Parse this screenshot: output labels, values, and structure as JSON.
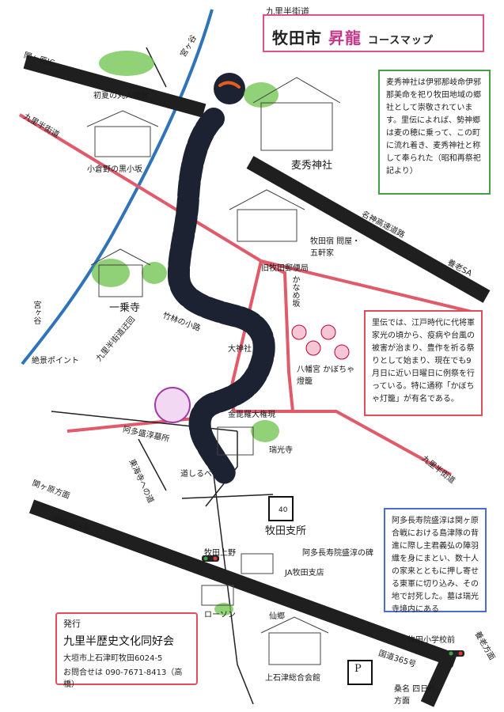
{
  "title": {
    "route": "九里半街道",
    "city": "牧田市",
    "dragon": "昇龍",
    "course": "コースマップ"
  },
  "notes": {
    "mugi_shrine": "麦秀神社は伊邪那岐命伊邪那美命を祀り牧田地域の郷社として崇敬されています。里伝によれば、勢神郷は麦の穂に乗って、この町に流れ着き、麦秀神社と称して奉られた（昭和再祭祀記より）",
    "lantern_festival": "里伝では、江戸時代に代将軍家光の頃から、疫病や台風の被害が治まり、豊作を祈る祭りとして始まり、現在でも9月日に近い日曜日に例祭を行っている。特に通称「かぼちゃ灯籠」が有名である。",
    "grave": "阿多長寿院盛淳は関ヶ原合戦における島津隊の背進に際し主君義弘の陣羽織を身にまとい、数十人の家来とともに押し寄せる東軍に切り込み、その地で討死した。墓は瑞光寺境内にある"
  },
  "publisher": {
    "heading": "発行",
    "org": "九里半歴史文化同好会",
    "address": "大垣市上石津町牧田6024-5",
    "contact": "お問合せは 090-7671-8413（高橋）"
  },
  "places": {
    "sekigahara_ic": "関ヶ原IC",
    "miyadai_top": "宮ヶ谷",
    "kurihan_kaido_nw": "九里半街道",
    "mugi_shrine_area": "初夏の丸入神社",
    "kaya_area": "小倉野の黒小坂",
    "mugi_shrine": "麦秀神社",
    "meishin": "名神高速道路",
    "yoro_sa": "養老SA",
    "makita_juku": "牧田宿 問屋・五軒家",
    "old_makita_post": "旧牧田郵便局",
    "katsurazaka": "かなめ坂",
    "ichiyoji": "一乗寺",
    "miyadai_left": "宮ヶ谷",
    "kurihan_side": "九里半街道迂回",
    "viewpoint": "絶景ポイント",
    "bamboo_path": "竹林の小路",
    "ohashi_shrine": "大神社",
    "hachiman": "八幡宮 かぼちゃ燈籠",
    "kanamori": "金毘羅大権現",
    "ata_grave": "阿多盛淳墓所",
    "zuikoji": "瑞光寺",
    "signpost": "道しるべ",
    "kurihan_east": "九里半街道",
    "sekigahara_dir": "関ヶ原方面",
    "shunrei": "東海寺への道",
    "route365_w": "国道365号",
    "makita_branch": "牧田支所",
    "parking40": "40",
    "ata_monument": "阿多長寿院盛淳の碑",
    "makita_kamino": "牧田上野",
    "ja_makita": "JA牧田支店",
    "lawson": "ローソン",
    "senchu": "仙郷",
    "kamiishizu_hall": "上石津総合会館",
    "parking": "P",
    "makita_school": "牧田小学校前",
    "route365_e": "国道365号",
    "yoro_dir": "養老方面",
    "inabe_dir": "桑名 四日市方面"
  },
  "colors": {
    "highway": "#1f1f1f",
    "prefectural": "#e05a6a",
    "river": "#2f74b8",
    "local": "#222222",
    "dragon": "#1d2233",
    "accent": "#c0388a",
    "green_box": "#43a047",
    "red_box": "#e04d5b",
    "blue_box": "#4a6fd1",
    "trees": "#6cc24a"
  }
}
